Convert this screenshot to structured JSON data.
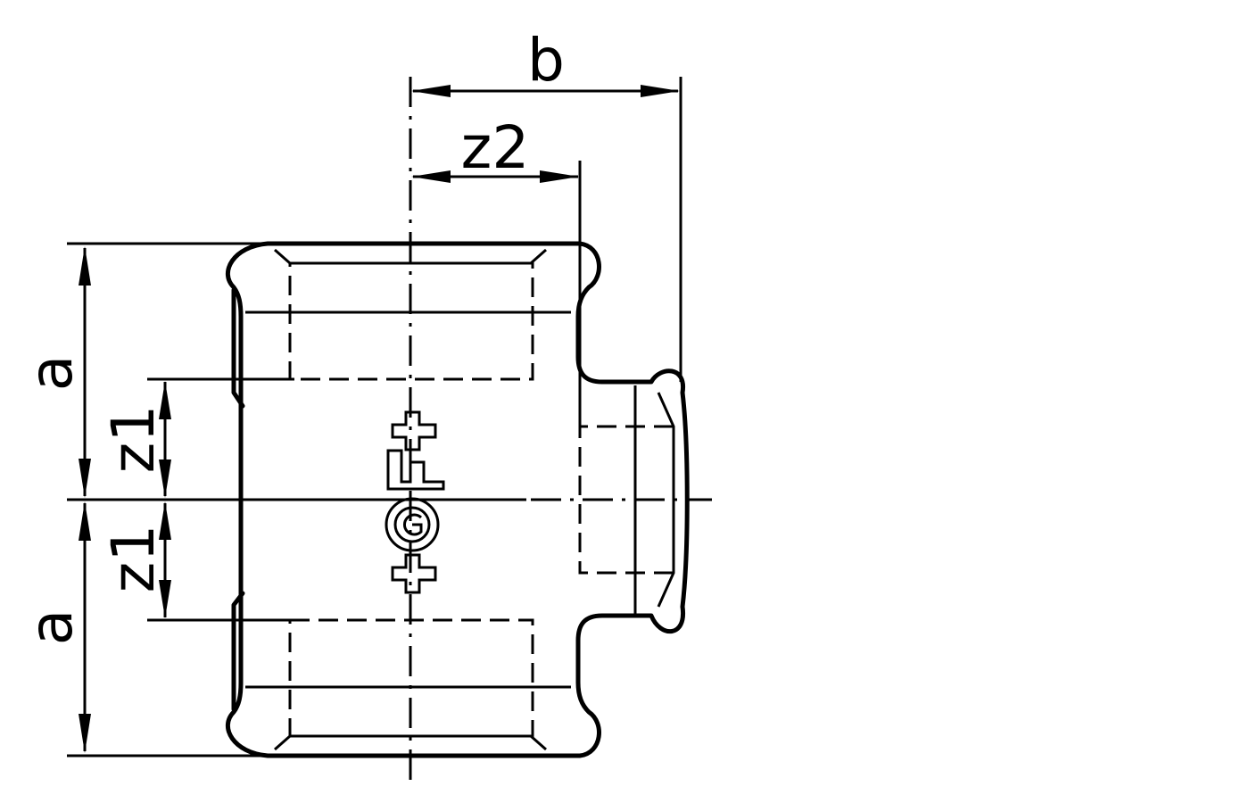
{
  "dimensions": {
    "a_top": "a",
    "a_bottom": "a",
    "z1_top": "z1",
    "z1_bottom": "z1",
    "b": "b",
    "z2": "z2"
  },
  "logo": "GF+"
}
